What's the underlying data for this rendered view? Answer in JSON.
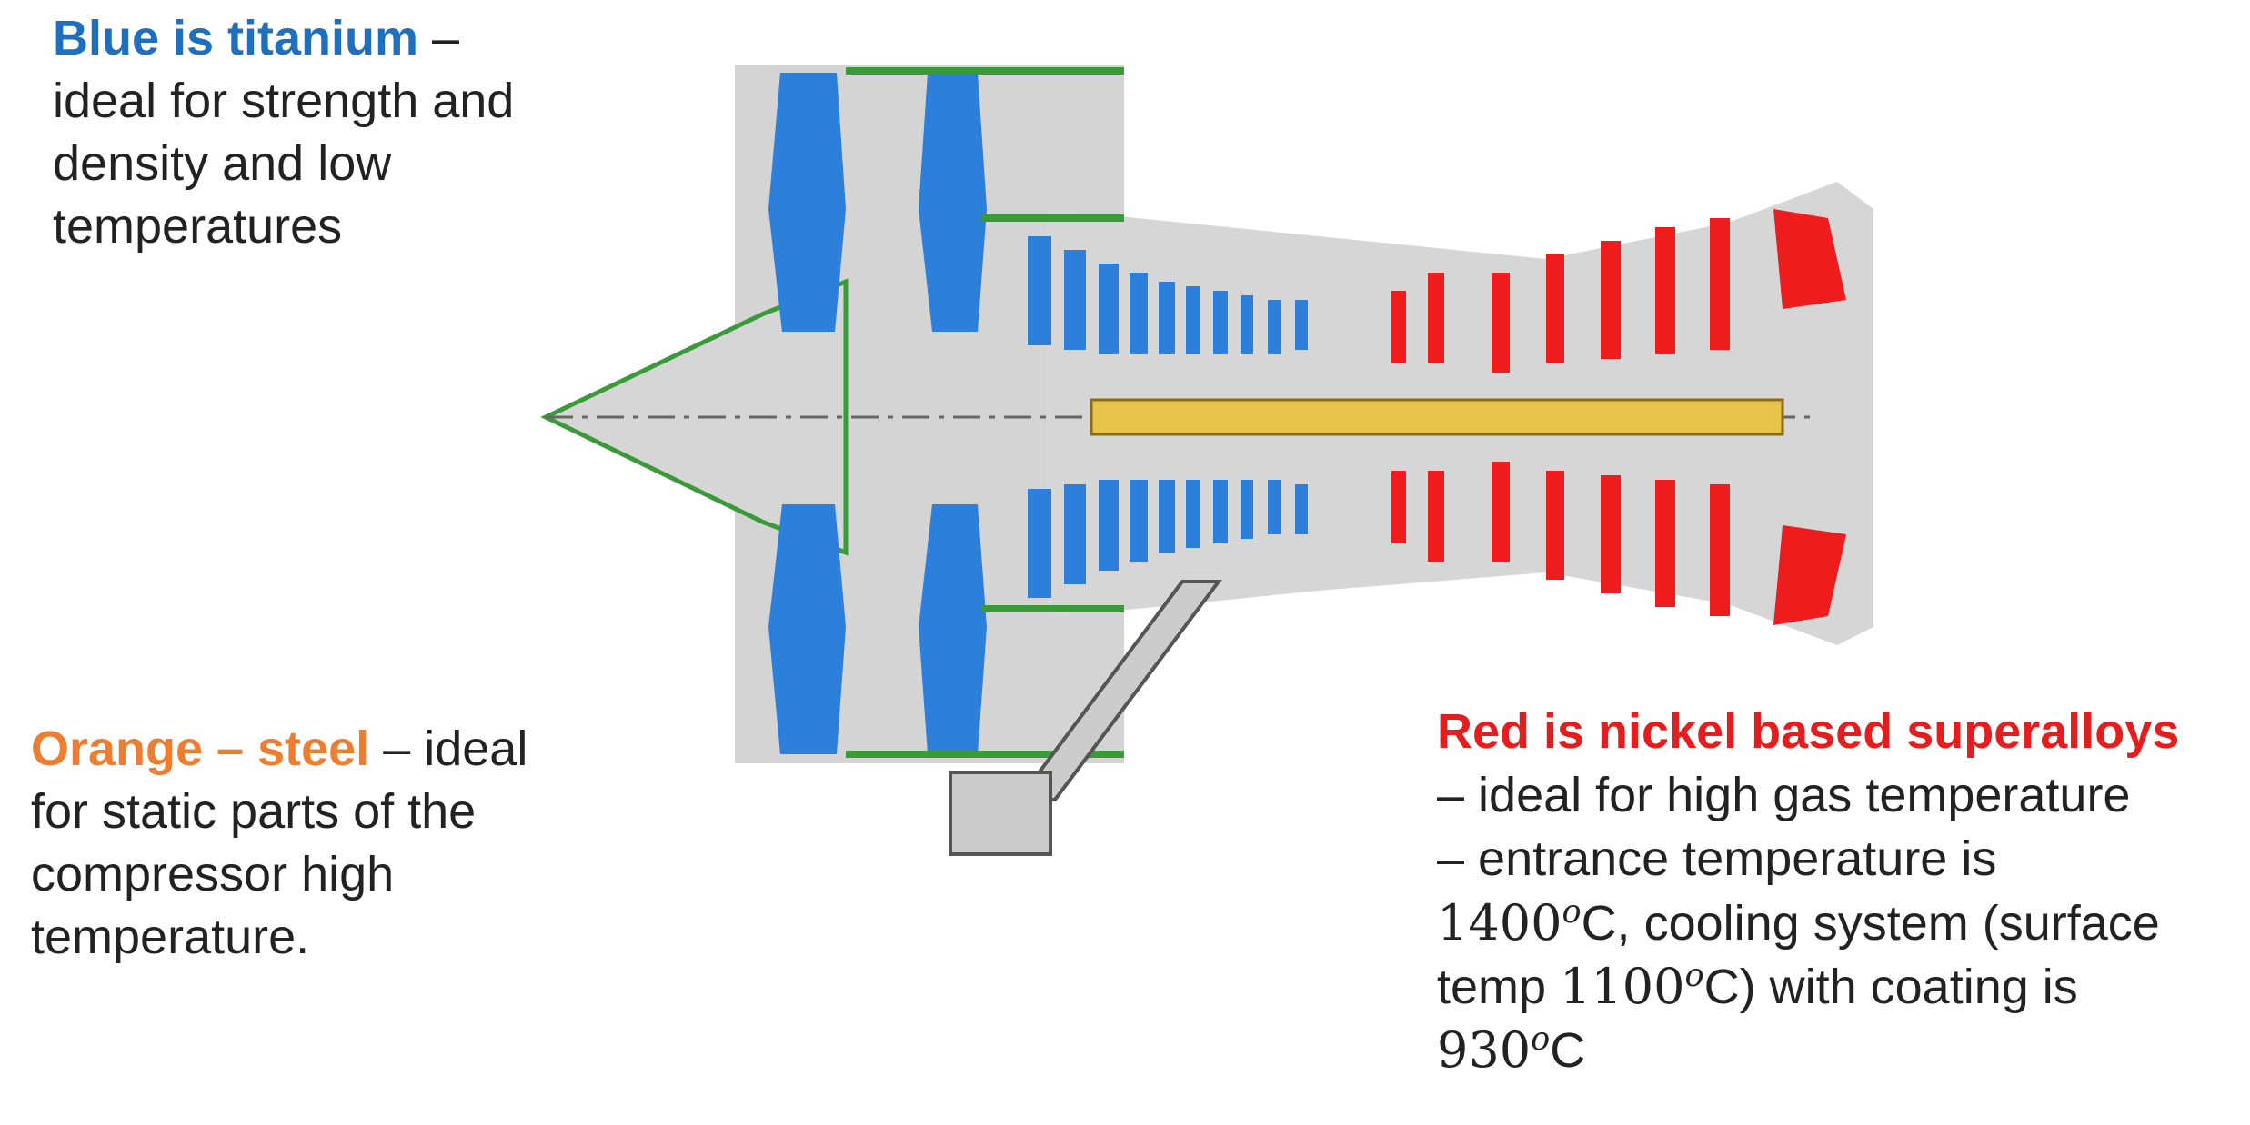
{
  "colors": {
    "titanium": "#2d7fdc",
    "steel": "#e9c44a",
    "nickel": "#ee1c1c",
    "composite": "#3a9a3a",
    "casing": "#d4d4d4",
    "outline": "#555555",
    "blue_heading": "#1f6fbf",
    "orange_heading": "#ed7d31",
    "red_heading": "#e41e1e"
  },
  "blue_note": {
    "heading": "Blue is titanium",
    "dash": " –",
    "lines": [
      "ideal for strength and",
      "density and low",
      "temperatures"
    ]
  },
  "orange_note": {
    "heading": "Orange – steel",
    "rest": " – ideal",
    "lines": [
      "for static parts of the",
      "compressor high",
      "temperature."
    ]
  },
  "red_note": {
    "heading": "Red is nickel based superalloys",
    "line1": "– ideal for high gas temperature",
    "line2": "– entrance temperature is",
    "t1_value": "1400",
    "t1_sup": "o",
    "line3_rest": "C, cooling system (surface",
    "line4_pre": "temp ",
    "t2_value": "1100",
    "t2_sup": "o",
    "line4_rest": "C) with coating is",
    "t3_value": "930",
    "t3_sup": "o",
    "line5_rest": "C"
  }
}
